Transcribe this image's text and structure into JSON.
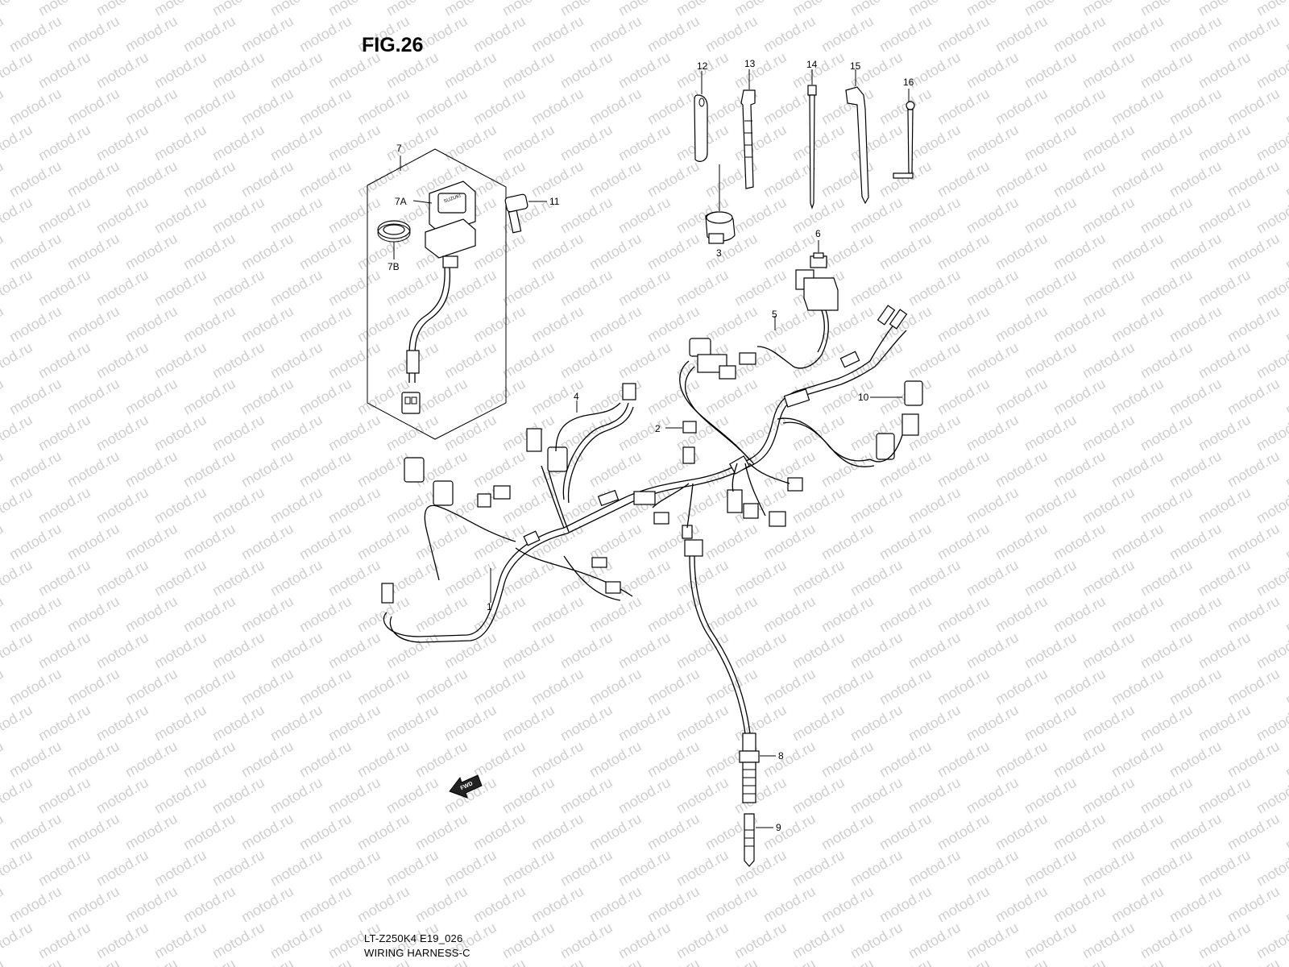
{
  "figure": {
    "title": "FIG.26",
    "model_code": "LT-Z250K4 E19_026",
    "name": "WIRING HARNESS-C"
  },
  "watermark": {
    "text": "motod.ru",
    "color": "#cfcfcf"
  },
  "callouts": [
    "1",
    "2",
    "3",
    "4",
    "5",
    "6",
    "7",
    "7A",
    "7B",
    "8",
    "9",
    "10",
    "11",
    "12",
    "13",
    "14",
    "15",
    "16"
  ],
  "key_brand": "SUZUKI",
  "direction_marker": "FWD"
}
